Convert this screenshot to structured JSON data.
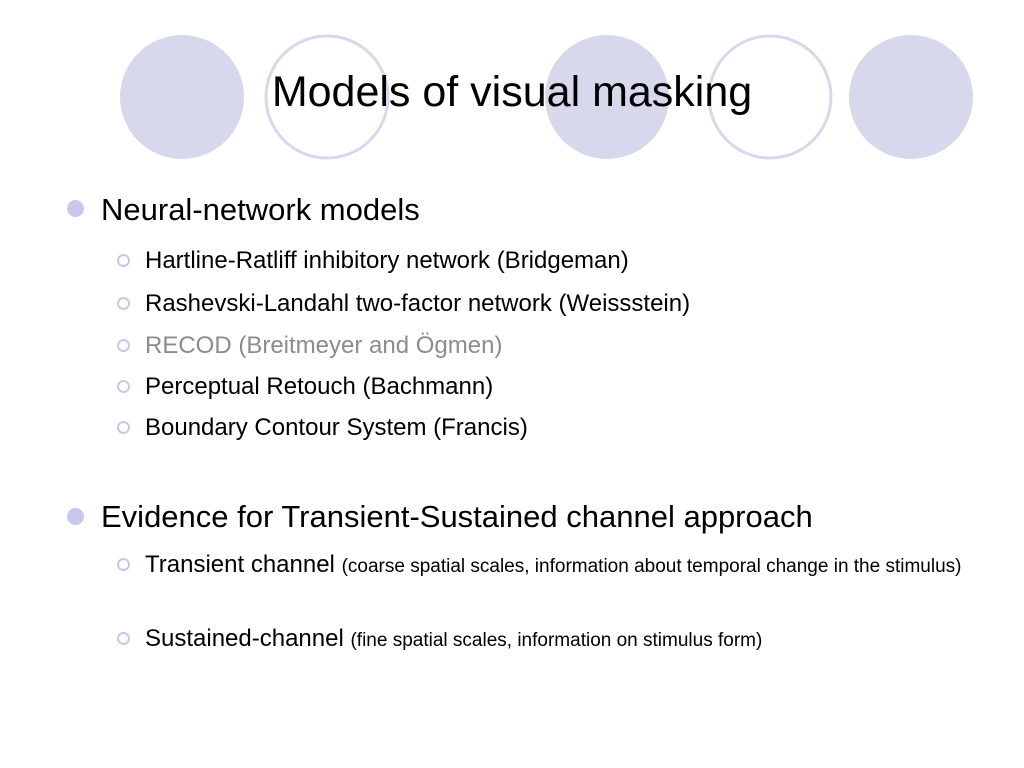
{
  "colors": {
    "circle_fill": "#d8d8ec",
    "circle_outline": "#d8d8ec",
    "bullet": "#c8c8ee",
    "dimmed_text": "#8c8c8c",
    "text": "#000000"
  },
  "slide": {
    "title": "Models of visual masking",
    "sections": [
      {
        "heading": "Neural-network models",
        "items": [
          {
            "text": "Hartline-Ratliff inhibitory network (Bridgeman)"
          },
          {
            "text": "Rashevski-Landahl two-factor network (Weissstein)"
          },
          {
            "text": "RECOD (Breitmeyer and Ögmen)",
            "dimmed": true
          },
          {
            "text": "Perceptual Retouch (Bachmann)"
          },
          {
            "text": "Boundary Contour System (Francis)"
          }
        ]
      },
      {
        "heading": "Evidence for Transient-Sustained channel approach",
        "items": [
          {
            "text": "Transient channel",
            "note": "(coarse spatial scales, information about temporal change in the stimulus)"
          },
          {
            "text": "Sustained-channel",
            "note": "(fine spatial scales, information on stimulus form)"
          }
        ]
      }
    ]
  }
}
